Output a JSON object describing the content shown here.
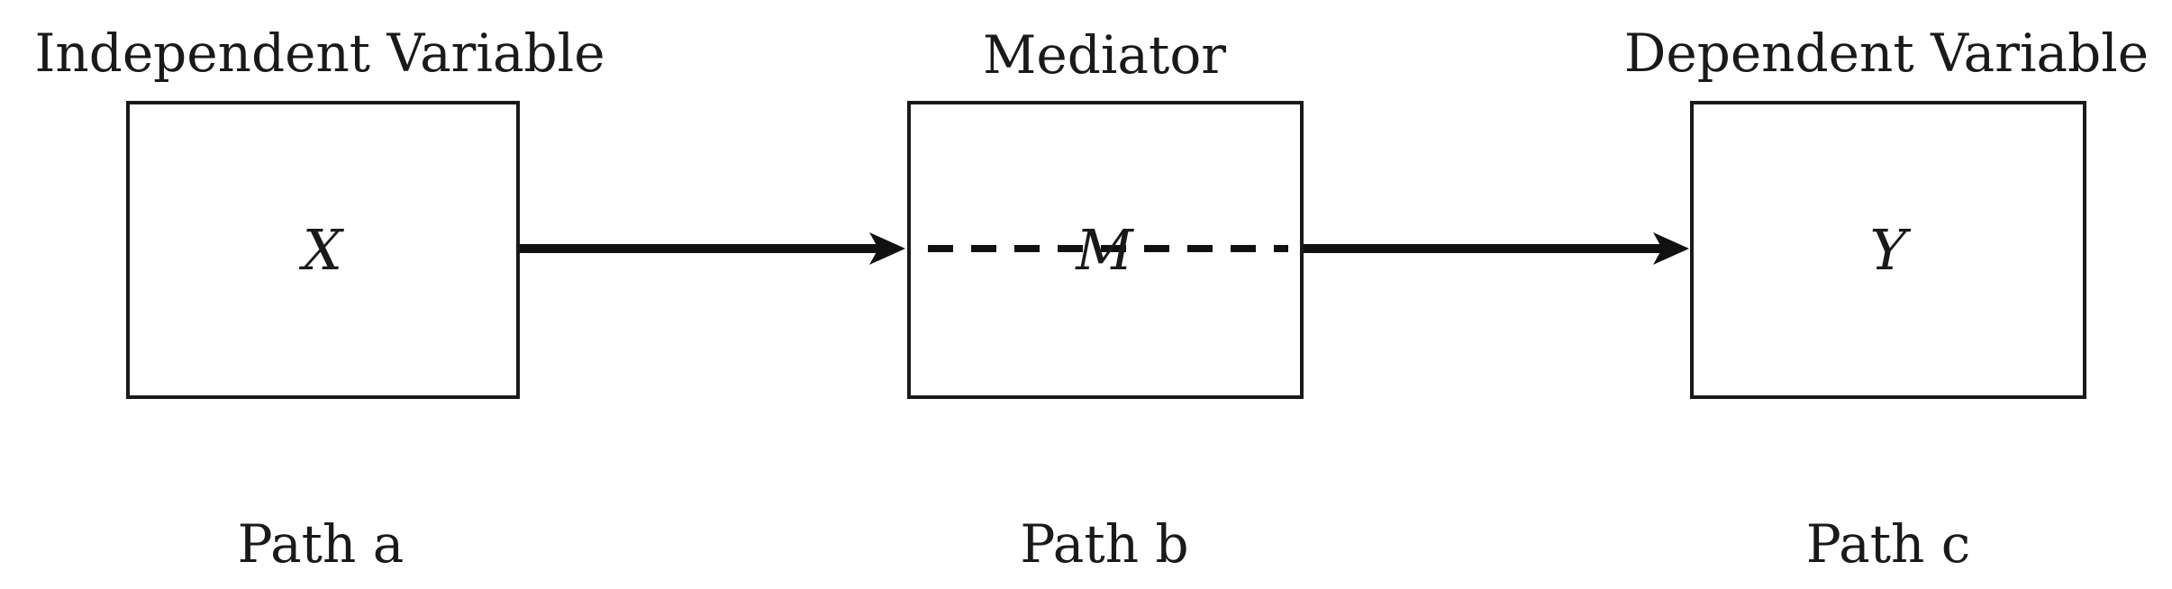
{
  "nodes": {
    "independent": {
      "heading": "Independent Variable",
      "symbol": "X",
      "path_label": "Path a"
    },
    "mediator": {
      "heading": "Mediator",
      "symbol": "M",
      "path_label": "Path b"
    },
    "dependent": {
      "heading": "Dependent Variable",
      "symbol": "Y",
      "path_label": "Path c"
    }
  },
  "edges": [
    {
      "from": "independent",
      "to": "mediator",
      "style": "solid"
    },
    {
      "from": "mediator",
      "to": "dependent",
      "style": "solid"
    },
    {
      "from": "mediator",
      "to": "mediator",
      "style": "dashed"
    }
  ]
}
